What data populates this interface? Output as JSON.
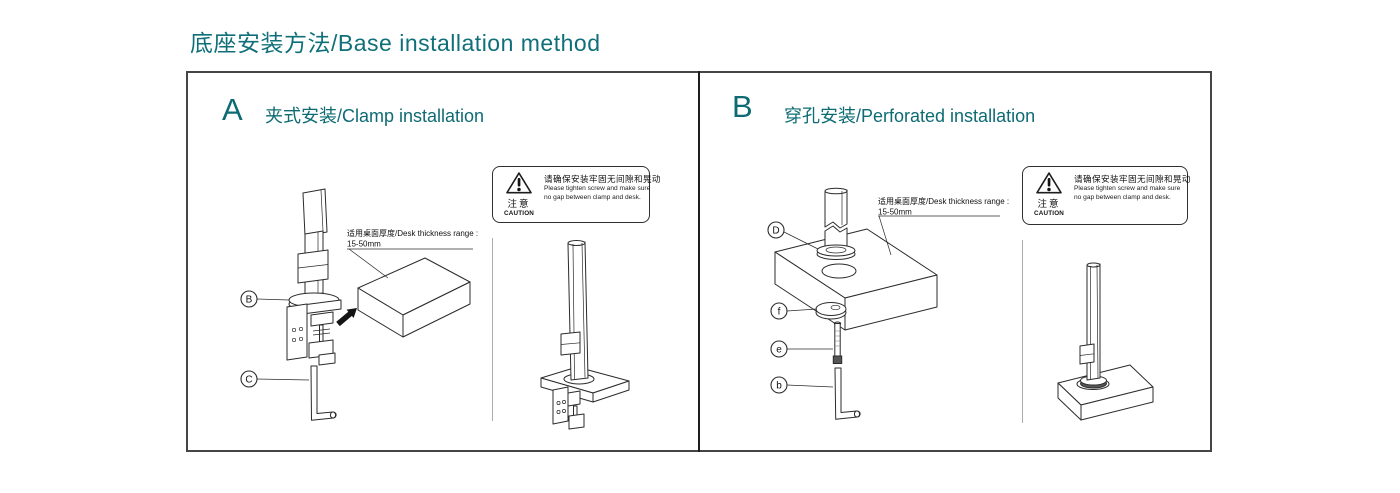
{
  "title": "底座安装方法/Base installation method",
  "colors": {
    "accent": "#0e6b74",
    "line": "#2b2b2b"
  },
  "section_a": {
    "letter": "A",
    "heading": "夹式安装/Clamp installation",
    "note_line1": "适用桌面厚度/Desk thickness range :",
    "note_line2": "15-50mm",
    "labels": {
      "clamp_pole": "B",
      "hex_wrench": "C"
    }
  },
  "section_b": {
    "letter": "B",
    "heading": "穿孔安装/Perforated installation",
    "note_line1": "适用桌面厚度/Desk thickness range :",
    "note_line2": "15-50mm",
    "labels": {
      "pole": "D",
      "fixing_plate": "f",
      "screw": "e",
      "hex_wrench": "b"
    }
  },
  "caution": {
    "attention_zh": "注意",
    "attention_en": "CAUTION",
    "message_zh": "请确保安装牢固无间隙和晃动",
    "message_en_line1": "Please tighten screw and make sure",
    "message_en_line2": "no gap between clamp and desk."
  }
}
